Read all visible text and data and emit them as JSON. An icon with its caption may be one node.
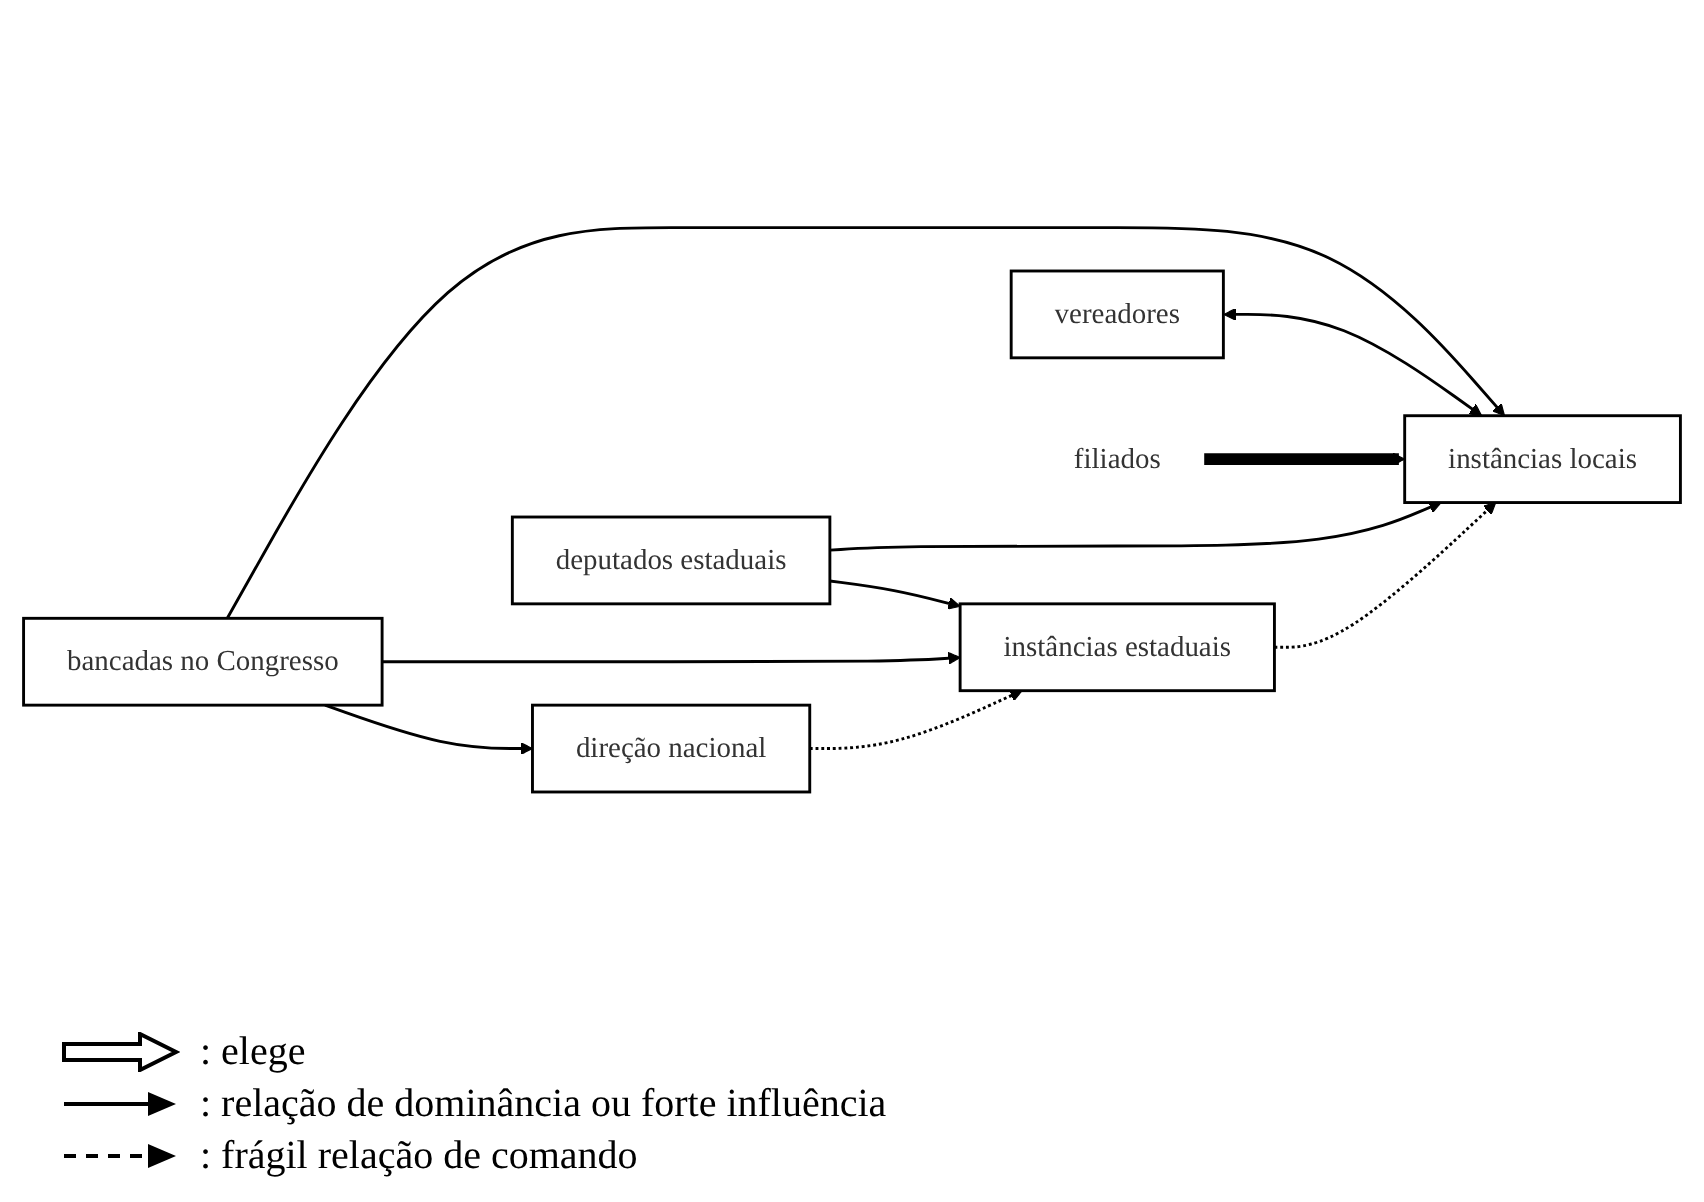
{
  "diagram": {
    "nodes": [
      {
        "text": [
          "bancadas no Congresso"
        ]
      },
      {
        "text": [
          "direção nacional"
        ]
      },
      {
        "text": [
          "deputados estaduais"
        ]
      },
      {
        "text": [
          "instâncias estaduais"
        ]
      },
      {
        "text": [
          "vereadores"
        ]
      },
      {
        "text": [
          "instâncias locais"
        ]
      },
      {
        "text": [
          "filiados"
        ]
      }
    ],
    "edges": [
      {
        "from": 0,
        "to": 1,
        "arrow": "to"
      },
      {
        "from": 0,
        "to": 3,
        "arrow": "to"
      },
      {
        "from": 0,
        "to": 5,
        "arrow": "to"
      },
      {
        "from": 2,
        "to": 3,
        "arrow": "to"
      },
      {
        "from": 2,
        "to": 5,
        "arrow": "to"
      },
      {
        "from": 4,
        "to": 5,
        "arrow": "both"
      },
      {
        "from": 1,
        "to": 3,
        "arrow": "to",
        "style": "dashed"
      },
      {
        "from": 3,
        "to": 5,
        "arrow": "to",
        "style": "dashed"
      },
      {
        "from": 6,
        "to": 5,
        "arrow": "to",
        "style": "thick"
      }
    ],
    "legend": [
      {
        "text": ": elege"
      },
      {
        "text": ": relação de dominância ou forte influência"
      },
      {
        "text": ": frágil relação de comando"
      }
    ]
  }
}
